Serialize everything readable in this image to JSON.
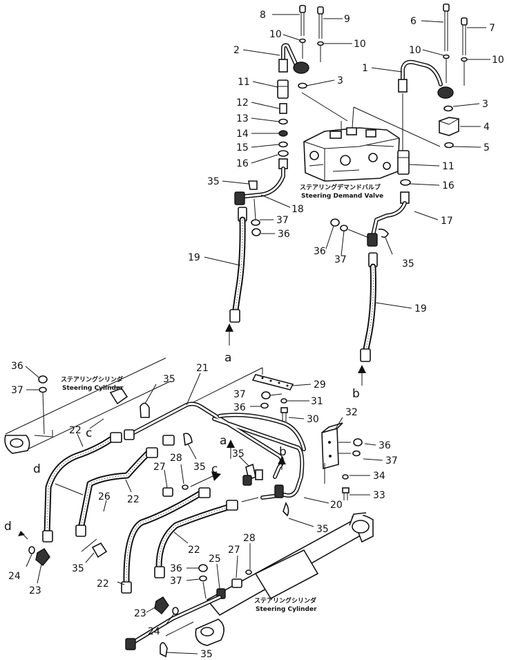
{
  "diagram": {
    "labels": {
      "valve_jp": "ステアリングデマンドバルブ",
      "valve_en": "Steering  Demand  Valve",
      "cyl1_jp": "ステアリングシリンダ",
      "cyl1_en": "Steering  Cylinder",
      "cyl2_jp": "ステアリングシリンダ",
      "cyl2_en": "Steering  Cylinder"
    },
    "connection_letters": {
      "a_top": "a",
      "b_top": "b",
      "c_left": "c",
      "d_left": "d",
      "a_mid": "a",
      "b_mid": "b",
      "c_mid": "c",
      "d_low": "d"
    },
    "callouts": {
      "n8": "8",
      "n9": "9",
      "n10a": "10",
      "n10b": "10",
      "n2": "2",
      "n11a": "11",
      "n3a": "3",
      "n12": "12",
      "n13": "13",
      "n14": "14",
      "n15": "15",
      "n16a": "16",
      "n35a": "35",
      "n18": "18",
      "n37a": "37",
      "n36a": "36",
      "n19a": "19",
      "n6": "6",
      "n7": "7",
      "n10c": "10",
      "n10d": "10",
      "n1": "1",
      "n3b": "3",
      "n4": "4",
      "n5": "5",
      "n11b": "11",
      "n16b": "16",
      "n17": "17",
      "n36b": "36",
      "n37b": "37",
      "n35b": "35",
      "n19b": "19",
      "n36c": "36",
      "n37c": "37",
      "n35c": "35",
      "n21": "21",
      "n22a": "22",
      "n29": "29",
      "n37d": "37",
      "n36d": "36",
      "n31": "31",
      "n30": "30",
      "n32": "32",
      "n28a": "28",
      "n27a": "27",
      "n35d": "35",
      "n35e": "35",
      "n36e": "36",
      "n37e": "37",
      "n34": "34",
      "n33": "33",
      "n22b": "22",
      "n26": "26",
      "n20": "20",
      "n35f": "35",
      "n24a": "24",
      "n23a": "23",
      "n35g": "35",
      "n22c": "22",
      "n22d": "22",
      "n28b": "28",
      "n27b": "27",
      "n25": "25",
      "n36f": "36",
      "n37f": "37",
      "n23b": "23",
      "n24b": "24",
      "n35h": "35"
    }
  }
}
